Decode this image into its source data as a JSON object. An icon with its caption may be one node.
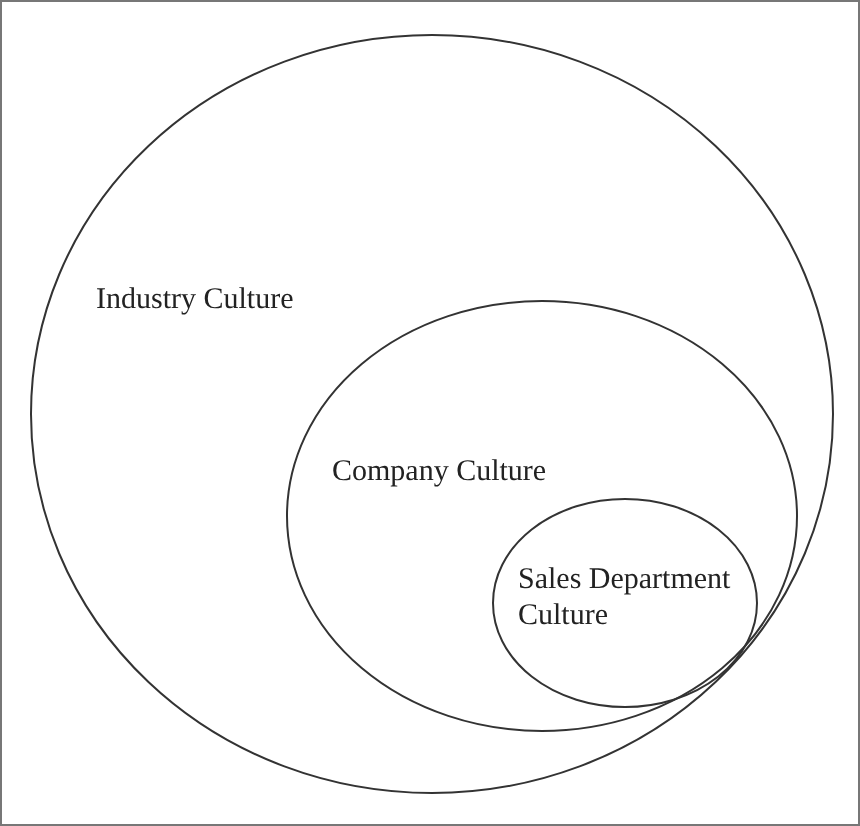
{
  "diagram": {
    "nodes": [
      {
        "text": [
          "Industry Culture"
        ]
      },
      {
        "text": [
          "Company Culture"
        ],
        "in": 0
      },
      {
        "text": [
          "Sales Department Culture"
        ],
        "in": 1
      }
    ]
  }
}
